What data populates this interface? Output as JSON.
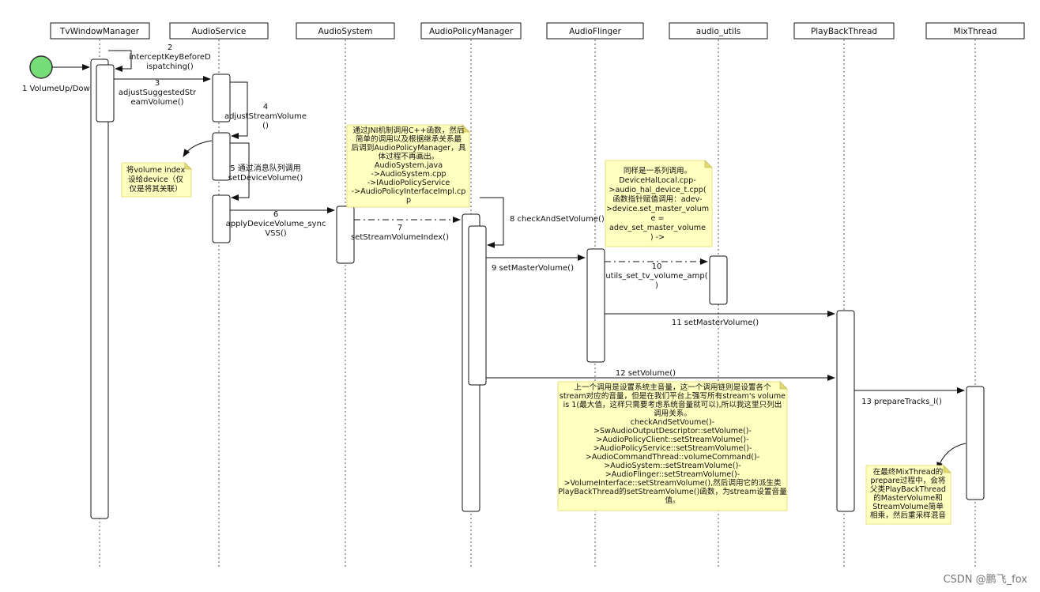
{
  "participants": [
    "TvWindowManager",
    "AudioService",
    "AudioSystem",
    "AudioPolicyManager",
    "AudioFlinger",
    "audio_utils",
    "PlayBackThread",
    "MixThread"
  ],
  "actor_message": "1 VolumeUp/Down",
  "messages": [
    {
      "num": "2",
      "lines": [
        "interceptKeyBeforeD",
        "ispatching()"
      ]
    },
    {
      "num": "3",
      "lines": [
        "adjustSuggestedStr",
        "eamVolume()"
      ]
    },
    {
      "num": "4",
      "lines": [
        "adjustStreamVolume",
        "()"
      ]
    },
    {
      "num": "",
      "lines": [
        "5 通过消息队列调用",
        "setDeviceVolume()"
      ]
    },
    {
      "num": "6",
      "lines": [
        "applyDeviceVolume_sync",
        "VSS()"
      ]
    },
    {
      "num": "7",
      "lines": [
        "setStreamVolumeIndex()"
      ]
    },
    {
      "num": "",
      "lines": [
        "8 checkAndSetVolume()"
      ]
    },
    {
      "num": "",
      "lines": [
        "9 setMasterVolume()"
      ]
    },
    {
      "num": "10",
      "lines": [
        "utils_set_tv_volume_amp(",
        ")"
      ]
    },
    {
      "num": "",
      "lines": [
        "11 setMasterVolume()"
      ]
    },
    {
      "num": "",
      "lines": [
        "12 setVolume()"
      ]
    },
    {
      "num": "",
      "lines": [
        "13 prepareTracks_l()"
      ]
    }
  ],
  "notes": [
    {
      "lines": [
        "将volume index",
        "设给device（仅",
        "仅是将其关联）"
      ]
    },
    {
      "lines": [
        "通过JNI机制调用C++函数，然后",
        "简单的调用以及根据继承关系最",
        "后调到AudioPolicyManager，具",
        "体过程不再画出。",
        "AudioSystem.java",
        "->AudioSystem.cpp",
        "->IAudioPolicyService",
        "->AudioPolicyInterfaceImpl.cp",
        "p"
      ]
    },
    {
      "lines": [
        "同样是一系列调用。",
        "DeviceHalLocal.cpp-",
        ">audio_hal_device_t.cpp(",
        "函数指针赋值调用：adev-",
        ">device.set_master_volum",
        "e =",
        "adev_set_master_volume",
        ") ->"
      ]
    },
    {
      "lines": [
        "上一个调用是设置系统主音量，这一个调用链则是设置各个",
        "stream对应的音量，但是在我们平台上强写所有stream's volume",
        "is 1(最大值，这样只需要考虑系统音量就可以),所以我这里只列出",
        "调用关系。",
        "checkAndSetVoume()-",
        ">SwAudioOutputDescriptor::setVolume()-",
        ">AudioPolicyClient::setStreamVolume()-",
        ">AudioPolicyService::setStreamVolume()-",
        ">AudioCommandThread::volumeCommand()-",
        ">AudioSystem::setStreamVolume()-",
        ">AudioFlinger::setStreamVolume()-",
        ">VolumeInterface::setStreamVolume(),然后调用它的派生类",
        "PlayBackThread的setStreamVolume()函数，为stream设置音量",
        "值。"
      ]
    },
    {
      "lines": [
        "在最终MixThread的",
        "prepare过程中，会将",
        "父类PlayBackThread",
        "的MasterVolume和",
        "StreamVolume简单",
        "相乘，然后重采样混音"
      ]
    }
  ],
  "watermark": "CSDN @鹏飞_fox",
  "colors": {
    "note_fill": "#ffffc0",
    "note_border": "#e8e080",
    "actor_fill": "#77dd77",
    "line": "#111111"
  }
}
